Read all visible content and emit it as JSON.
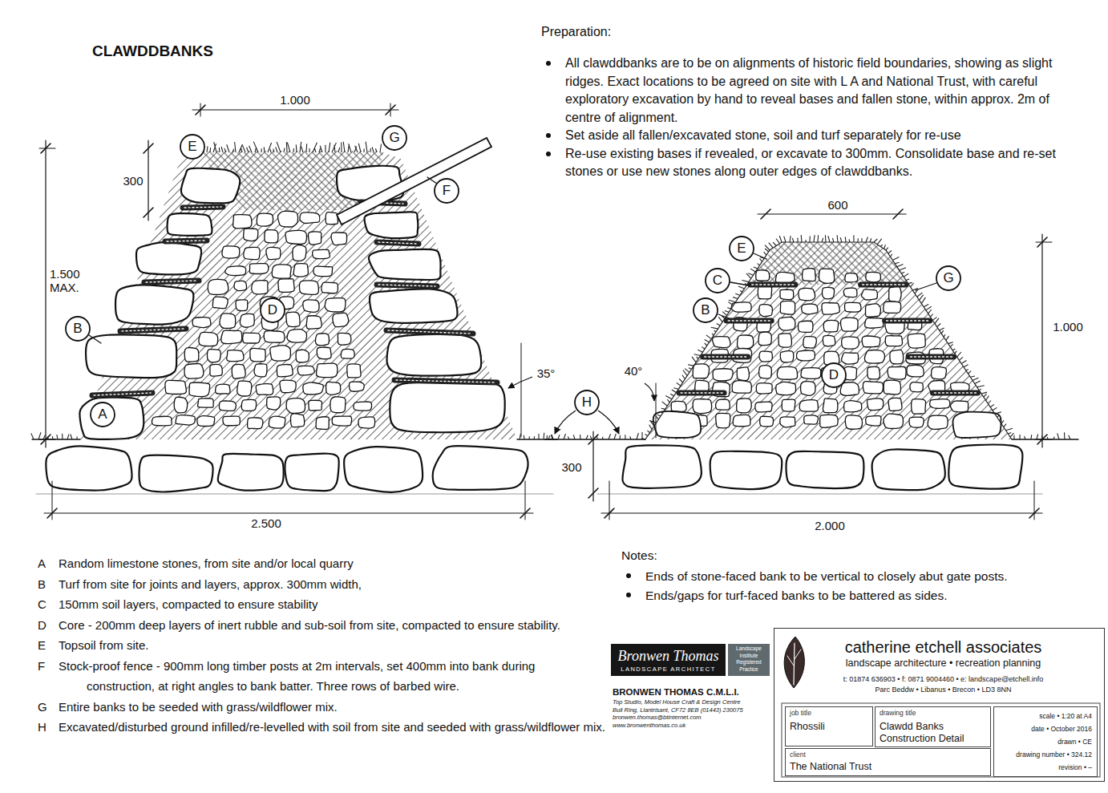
{
  "diagram": {
    "title": "CLAWDDBANKS",
    "nodes": [
      {
        "text": [
          "E"
        ]
      },
      {
        "text": [
          "G"
        ]
      },
      {
        "text": [
          "F"
        ]
      },
      {
        "text": [
          "D"
        ]
      },
      {
        "text": [
          "B"
        ]
      },
      {
        "text": [
          "A"
        ]
      },
      {
        "text": [
          "E"
        ]
      },
      {
        "text": [
          "C"
        ]
      },
      {
        "text": [
          "G"
        ]
      },
      {
        "text": [
          "B"
        ]
      },
      {
        "text": [
          "D"
        ]
      },
      {
        "text": [
          "H"
        ]
      },
      {
        "text": [
          "Bronwen Thomas",
          "LANDSCAPE ARCHITECT"
        ]
      },
      {
        "text": [
          "Landscape Institute",
          "Registered Practice"
        ]
      },
      {
        "text": [
          "catherine etchell associates",
          "landscape architecture • recreation planning",
          "t: 01874 636903 • f: 0871 9004460 • e: landscape@etchell.info",
          "Parc Beddw • Libanus • Brecon • LD3 8NN"
        ]
      },
      {
        "text": [
          "job title",
          "Rhossili"
        ],
        "in": 14
      },
      {
        "text": [
          "drawing title",
          "Clawdd Banks Construction Detail"
        ],
        "in": 14
      },
      {
        "text": [
          "client",
          "The National Trust"
        ],
        "in": 14
      },
      {
        "text": [
          "scale • 1:20 at A4",
          "date • October 2016",
          "drawn • CE",
          "drawing number • 324.12",
          "revision • –"
        ],
        "in": 14
      }
    ],
    "labels": [
      "Preparation:",
      "All clawddbanks are to be on alignments of historic field boundaries, showing as slight ridges. Exact locations to be agreed on site with L A and National Trust, with careful exploratory excavation by hand to reveal bases and fallen stone, within approx. 2m of centre of alignment.",
      "Set aside all fallen/excavated stone, soil and turf separately for re-use",
      "Re-use existing bases if revealed, or excavate to 300mm. Consolidate base and re-set stones or use new stones along outer edges of clawddbanks.",
      "1.000",
      "300",
      "1.500 MAX.",
      "35°",
      "2.500",
      "600",
      "1.000",
      "40°",
      "300",
      "2.000",
      "A",
      "Random limestone stones, from site and/or local quarry",
      "B",
      "Turf from site for joints and layers, approx. 300mm width,",
      "C",
      "150mm soil layers, compacted to ensure stability",
      "D",
      "Core - 200mm deep layers of inert rubble and sub-soil from site, compacted to ensure stability.",
      "E",
      "Topsoil from site.",
      "F",
      "Stock-proof fence - 900mm long timber posts at 2m intervals, set 400mm into bank during construction, at right angles to bank batter. Three rows of barbed wire.",
      "G",
      "Entire banks to be seeded with grass/wildflower mix.",
      "H",
      "Excavated/disturbed ground infilled/re-levelled with soil from site and seeded with grass/wildflower mix.",
      "Notes:",
      "Ends of stone-faced bank to be vertical to closely abut gate posts.",
      "Ends/gaps for turf-faced banks to be battered as sides.",
      "BRONWEN THOMAS C.M.L.I.",
      "Top Studio, Model House Craft & Design Centre",
      "Bull Ring, Llantrisant, CF72 8EB (01443) 230075",
      "bronwen.thomas@btinternet.com",
      "www.bronwenthomas.co.uk"
    ]
  }
}
